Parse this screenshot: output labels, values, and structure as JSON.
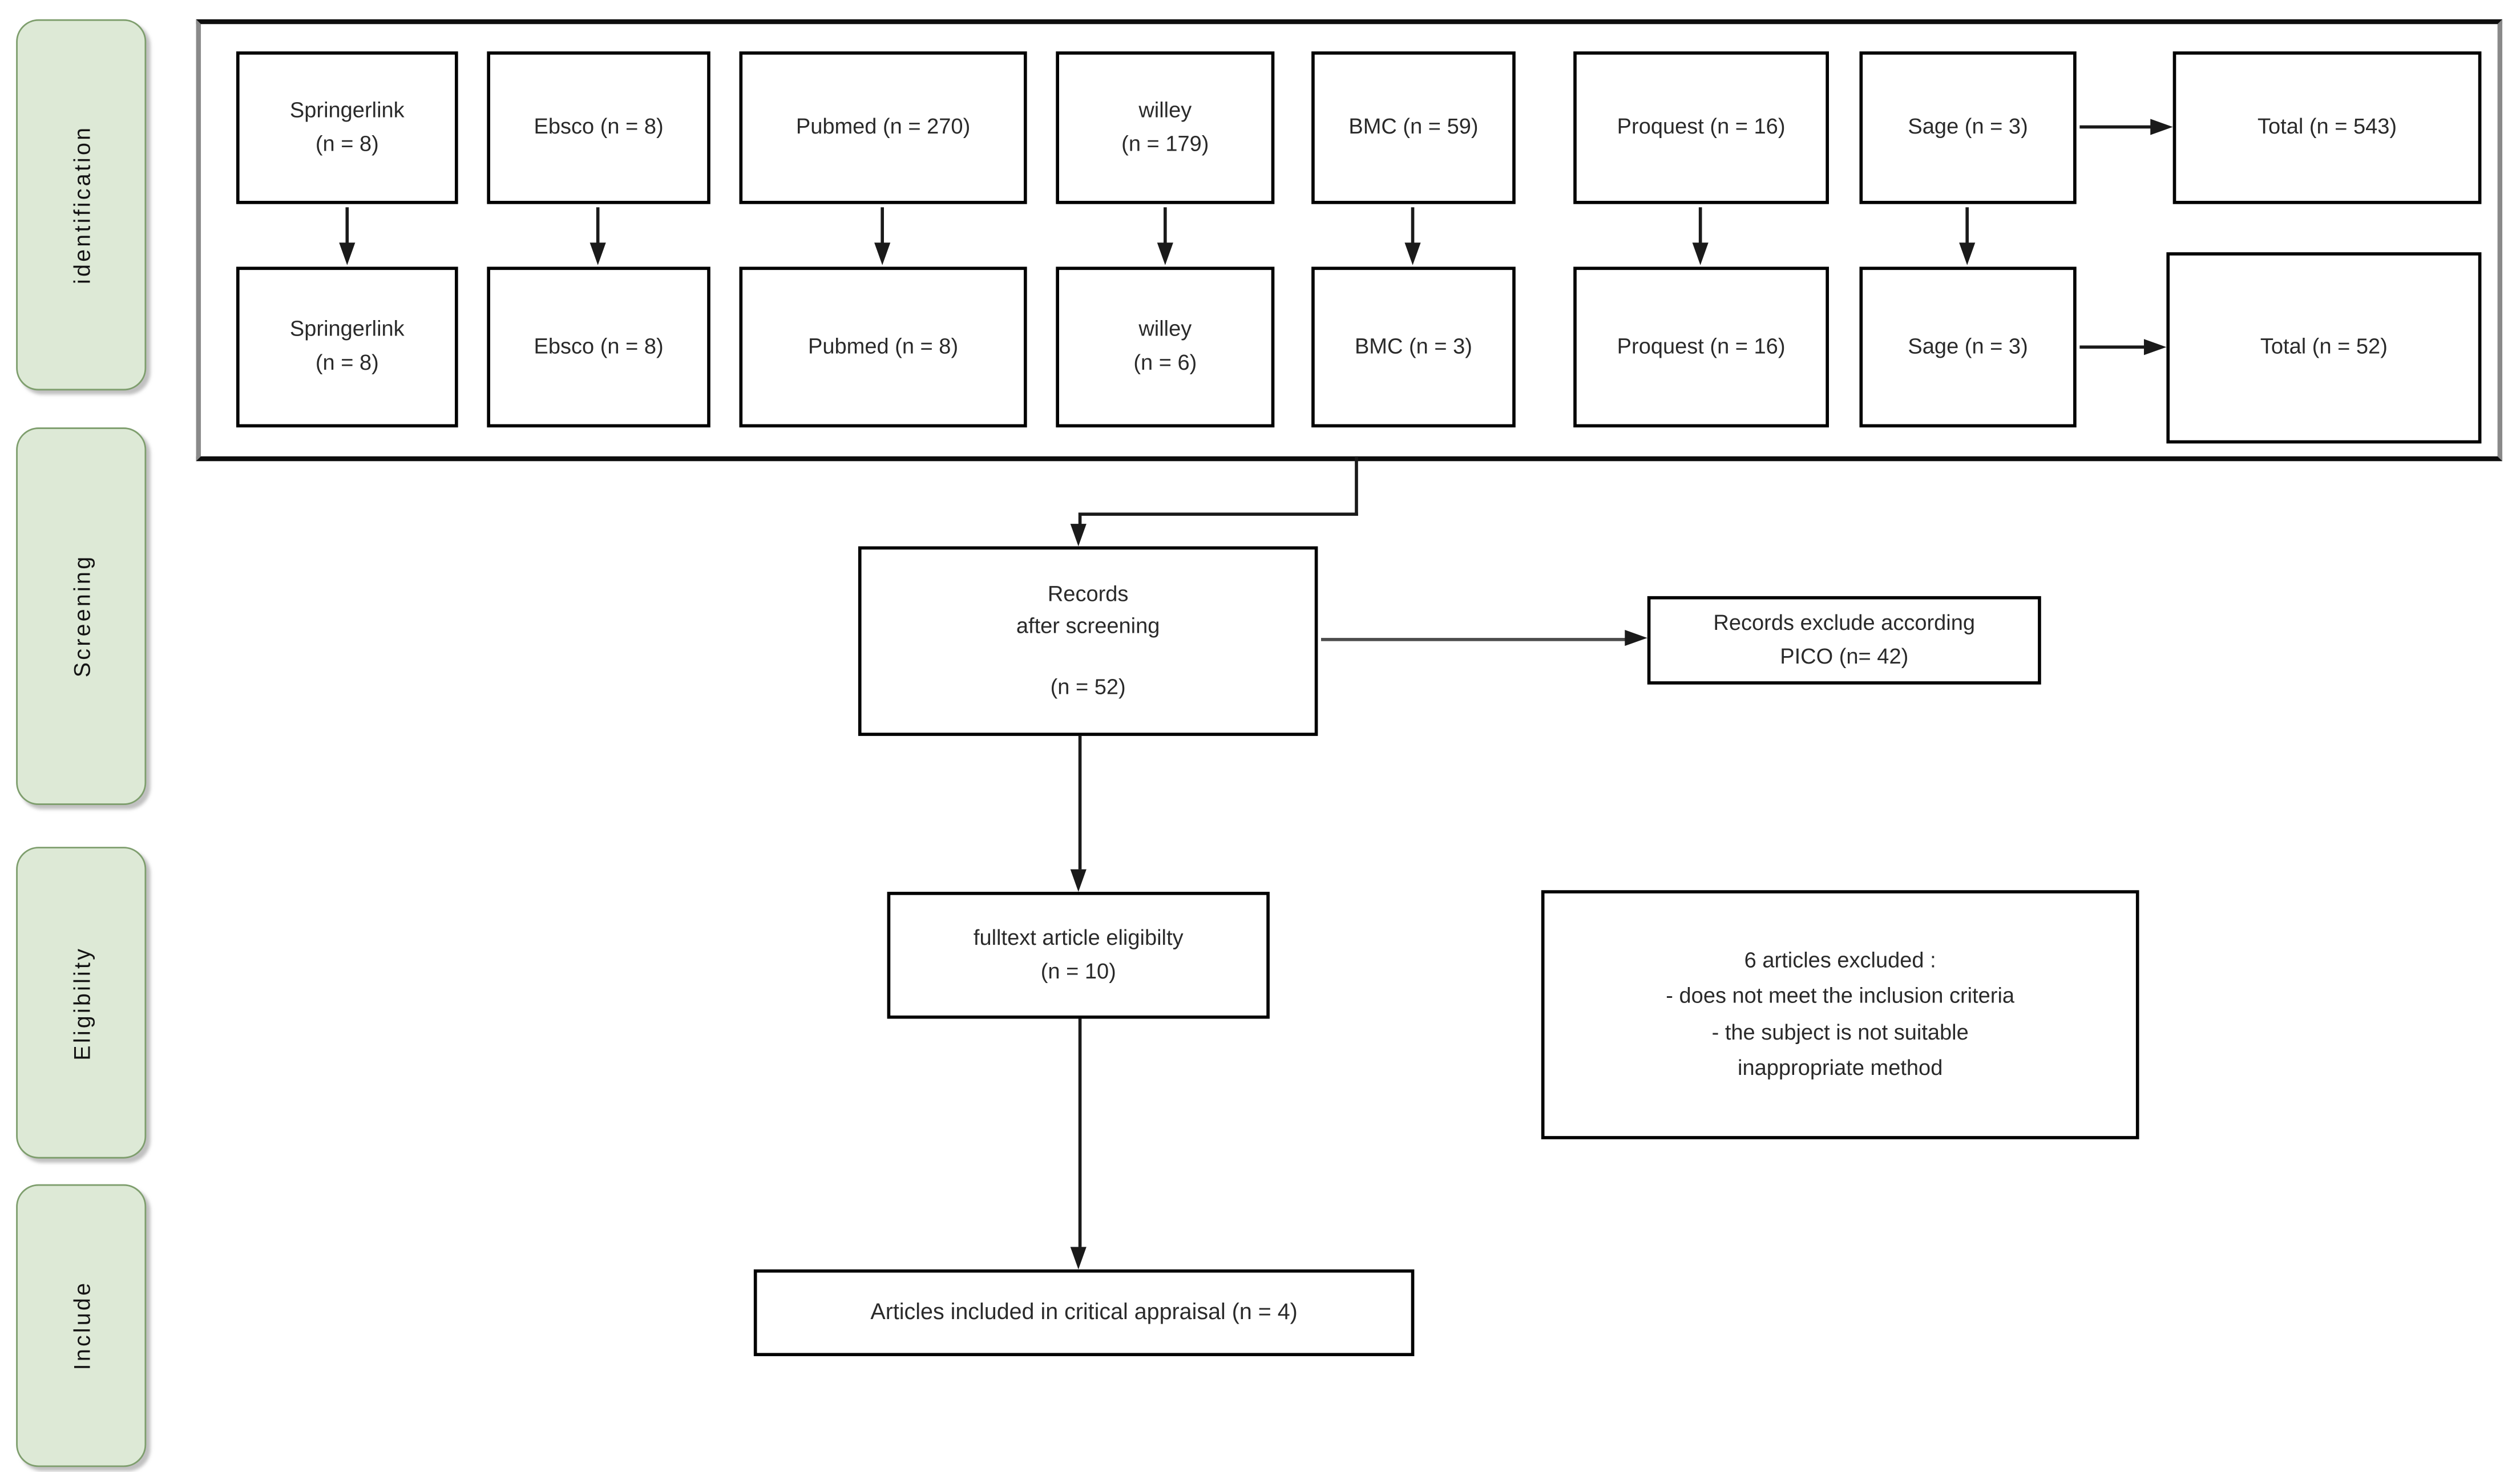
{
  "colors": {
    "stage_fill": "#dde9d6",
    "stage_border": "#7e9e6d",
    "box_border": "#000000",
    "container_border": "#0d0d0d",
    "text": "#2a2a2a",
    "line": "#1a1a1a"
  },
  "stages": [
    {
      "label": "identification"
    },
    {
      "label": "Screening"
    },
    {
      "label": "Eligibility"
    },
    {
      "label": "Include"
    }
  ],
  "identification": {
    "row1": [
      {
        "id": "springerlink",
        "lines": [
          "Springerlink",
          "(n = 8)"
        ]
      },
      {
        "id": "ebsco",
        "lines": [
          "Ebsco (n = 8)"
        ]
      },
      {
        "id": "pubmed",
        "lines": [
          "Pubmed (n = 270)"
        ]
      },
      {
        "id": "willey",
        "lines": [
          "willey",
          "(n = 179)"
        ]
      },
      {
        "id": "bmc",
        "lines": [
          "BMC (n = 59)"
        ]
      },
      {
        "id": "proquest",
        "lines": [
          "Proquest (n = 16)"
        ]
      },
      {
        "id": "sage",
        "lines": [
          "Sage (n = 3)"
        ]
      },
      {
        "id": "total",
        "lines": [
          "Total (n = 543)"
        ]
      }
    ],
    "row2": [
      {
        "id": "springerlink",
        "lines": [
          "Springerlink",
          "(n = 8)"
        ]
      },
      {
        "id": "ebsco",
        "lines": [
          "Ebsco (n = 8)"
        ]
      },
      {
        "id": "pubmed",
        "lines": [
          "Pubmed (n = 8)"
        ]
      },
      {
        "id": "willey",
        "lines": [
          "willey",
          "(n = 6)"
        ]
      },
      {
        "id": "bmc",
        "lines": [
          "BMC (n = 3)"
        ]
      },
      {
        "id": "proquest",
        "lines": [
          "Proquest (n = 16)"
        ]
      },
      {
        "id": "sage",
        "lines": [
          "Sage (n = 3)"
        ]
      },
      {
        "id": "total",
        "lines": [
          "Total (n = 52)"
        ]
      }
    ]
  },
  "screening": {
    "records": {
      "lines": [
        "Records",
        "after screening",
        "",
        "(n = 52)"
      ]
    },
    "excluded_pico": {
      "lines": [
        "Records exclude according",
        "PICO (n= 42)"
      ]
    }
  },
  "eligibility": {
    "fulltext": {
      "lines": [
        "fulltext article eligibilty",
        "(n = 10)"
      ]
    },
    "excluded": {
      "lines": [
        "6 articles excluded :",
        "- does not meet the inclusion criteria",
        "- the subject is not suitable",
        "inappropriate method"
      ]
    }
  },
  "include": {
    "final": {
      "lines": [
        "Articles included in critical appraisal (n = 4)"
      ]
    }
  }
}
